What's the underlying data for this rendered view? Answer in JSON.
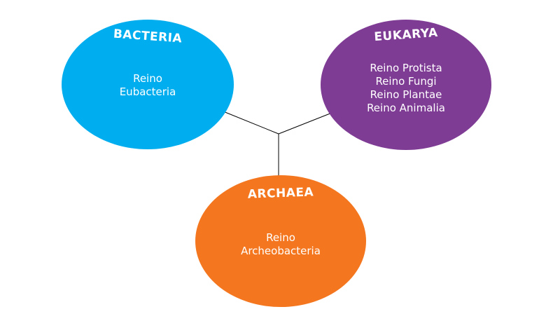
{
  "colors": {
    "bacteria": "#00AEEF",
    "eukarya": "#7F3C95",
    "archaea": "#F4771F",
    "connector": "#000000"
  },
  "domains": {
    "bacteria": {
      "title": "BACTERIA",
      "kingdoms": [
        "Reino",
        "Eubacteria"
      ]
    },
    "eukarya": {
      "title": "EUKARYA",
      "kingdoms": [
        "Reino Protista",
        "Reino Fungi",
        "Reino Plantae",
        "Reino Animalia"
      ]
    },
    "archaea": {
      "title": "ARCHAEA",
      "kingdoms": [
        "Reino",
        "Archeobacteria"
      ]
    }
  }
}
